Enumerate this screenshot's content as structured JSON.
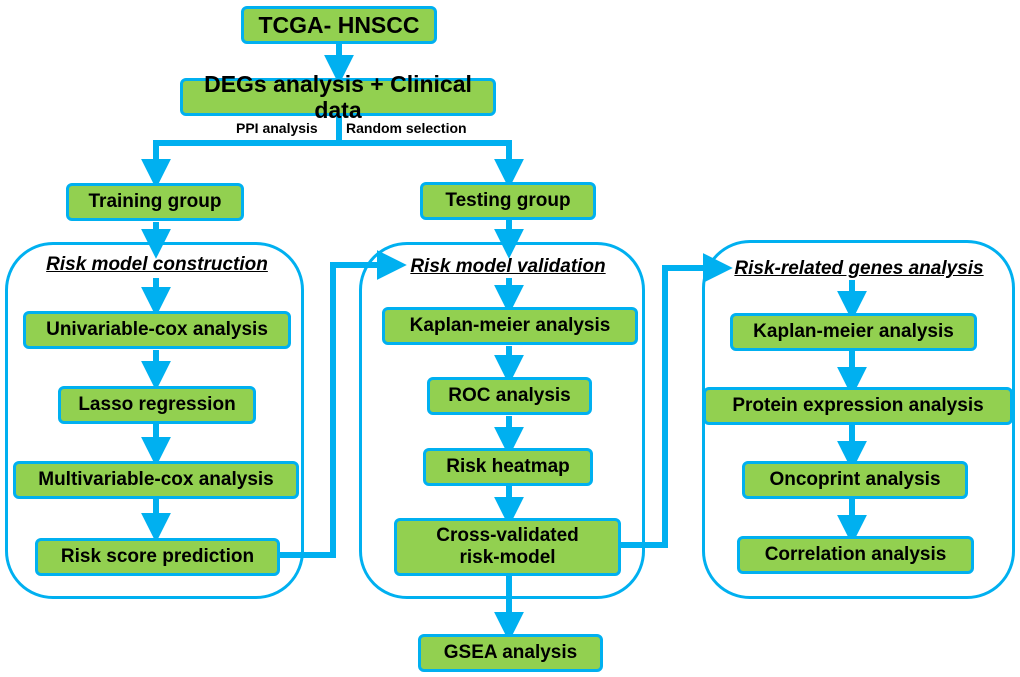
{
  "colors": {
    "node_fill": "#92d050",
    "accent_blue": "#00b0f0",
    "text": "#000000"
  },
  "nodes": {
    "source": "TCGA- HNSCC",
    "degs": "DEGs analysis + Clinical data",
    "training": "Training group",
    "testing": "Testing  group",
    "gsea": "GSEA analysis"
  },
  "edge_labels": {
    "ppi": "PPI analysis",
    "random": "Random selection"
  },
  "panels": {
    "construction": {
      "title": "Risk model construction",
      "steps": [
        "Univariable-cox analysis",
        "Lasso regression",
        "Multivariable-cox analysis",
        "Risk score prediction"
      ]
    },
    "validation": {
      "title": "Risk model validation",
      "steps": [
        "Kaplan-meier analysis",
        "ROC analysis",
        "Risk heatmap",
        "Cross-validated risk-model"
      ]
    },
    "genes": {
      "title": "Risk-related genes analysis",
      "steps": [
        "Kaplan-meier analysis",
        "Protein expression analysis",
        "Oncoprint analysis",
        "Correlation analysis"
      ]
    }
  }
}
